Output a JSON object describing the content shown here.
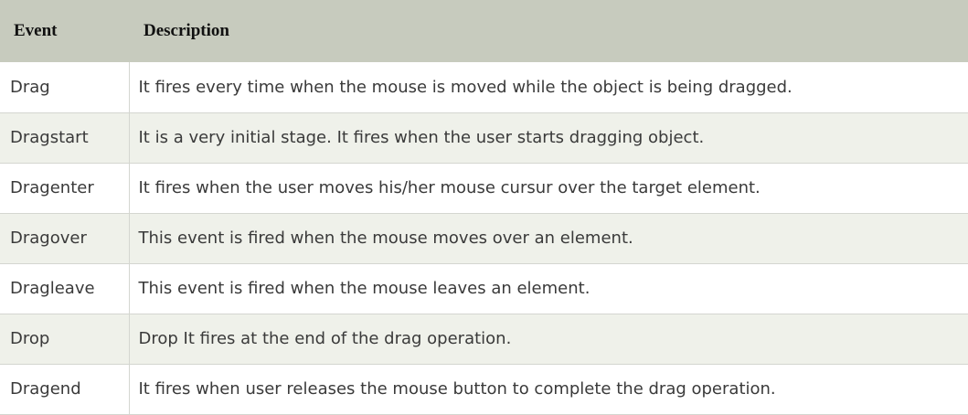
{
  "table": {
    "headers": {
      "event": "Event",
      "description": "Description"
    },
    "rows": [
      {
        "event": "Drag",
        "description": "It fires every time when the mouse is moved while the object is being dragged."
      },
      {
        "event": "Dragstart",
        "description": "It is a very initial stage. It fires when the user starts dragging object."
      },
      {
        "event": "Dragenter",
        "description": "It fires when the user moves his/her mouse cursur over the target element."
      },
      {
        "event": "Dragover",
        "description": "This event is fired when the mouse moves over an element."
      },
      {
        "event": "Dragleave",
        "description": "This event is fired when the mouse leaves an element."
      },
      {
        "event": "Drop",
        "description": "Drop It fires at the end of the drag operation."
      },
      {
        "event": "Dragend",
        "description": "It fires when user releases the mouse button to complete the drag operation."
      }
    ]
  },
  "colors": {
    "header_background": "#c7cbbe",
    "striped_row_background": "#eff1ea",
    "text": "#3a3a3a"
  }
}
